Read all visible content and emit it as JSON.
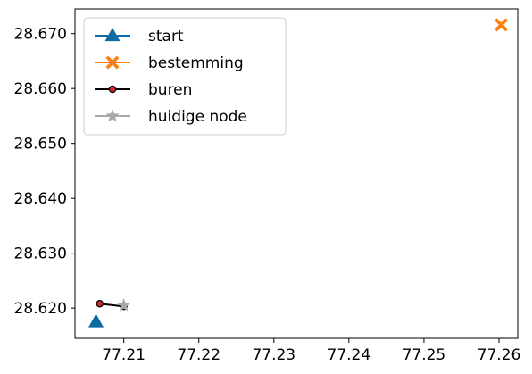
{
  "chart_data": {
    "type": "scatter",
    "title": "",
    "xlabel": "",
    "ylabel": "",
    "xlim": [
      77.2035,
      77.2625
    ],
    "ylim": [
      28.6145,
      28.6745
    ],
    "xticks": [
      77.21,
      77.22,
      77.23,
      77.24,
      77.25,
      77.26
    ],
    "xtick_labels": [
      "77.21",
      "77.22",
      "77.23",
      "77.24",
      "77.25",
      "77.26"
    ],
    "yticks": [
      28.62,
      28.63,
      28.64,
      28.65,
      28.66,
      28.67
    ],
    "ytick_labels": [
      "28.620",
      "28.630",
      "28.640",
      "28.650",
      "28.660",
      "28.670"
    ],
    "grid": false,
    "legend_position": "top-left",
    "series": [
      {
        "name": "start",
        "marker": "triangle",
        "color": "#0b6aa2",
        "line": false,
        "points": [
          {
            "x": 77.2063,
            "y": 28.6175
          }
        ]
      },
      {
        "name": "bestemming",
        "marker": "x-filled",
        "color": "#ff7f0e",
        "line": false,
        "points": [
          {
            "x": 77.2603,
            "y": 28.6716
          }
        ]
      },
      {
        "name": "buren",
        "marker": "circle",
        "color": "#000000",
        "marker_fill": "#d62728",
        "line": true,
        "points": [
          {
            "x": 77.2068,
            "y": 28.6208
          },
          {
            "x": 77.21,
            "y": 28.6203
          }
        ]
      },
      {
        "name": "huidige node",
        "marker": "star",
        "color": "#a9a9a9",
        "line": false,
        "points": [
          {
            "x": 77.21,
            "y": 28.6205
          }
        ]
      }
    ]
  }
}
